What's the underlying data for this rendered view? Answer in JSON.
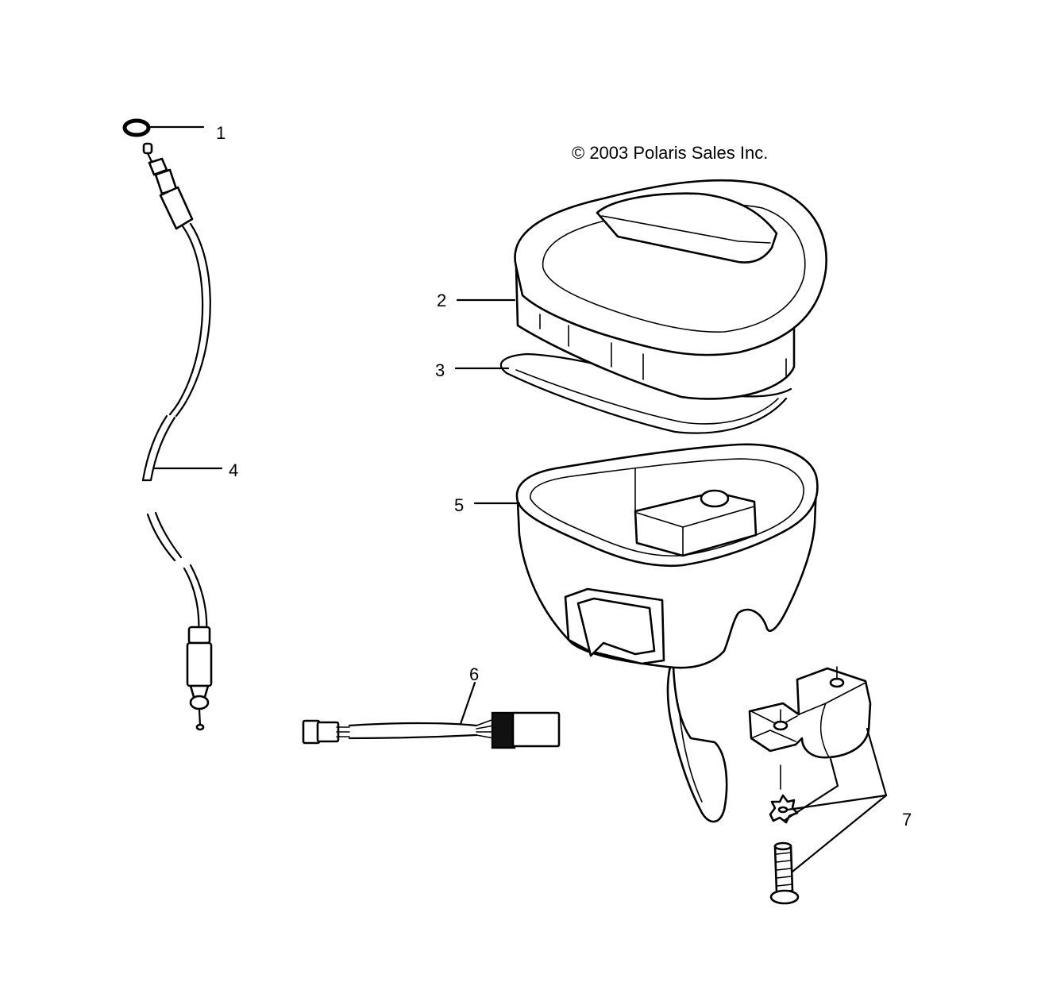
{
  "copyright": "© 2003 Polaris Sales Inc.",
  "callouts": {
    "c1": "1",
    "c2": "2",
    "c3": "3",
    "c4": "4",
    "c5": "5",
    "c6": "6",
    "c7": "7"
  }
}
